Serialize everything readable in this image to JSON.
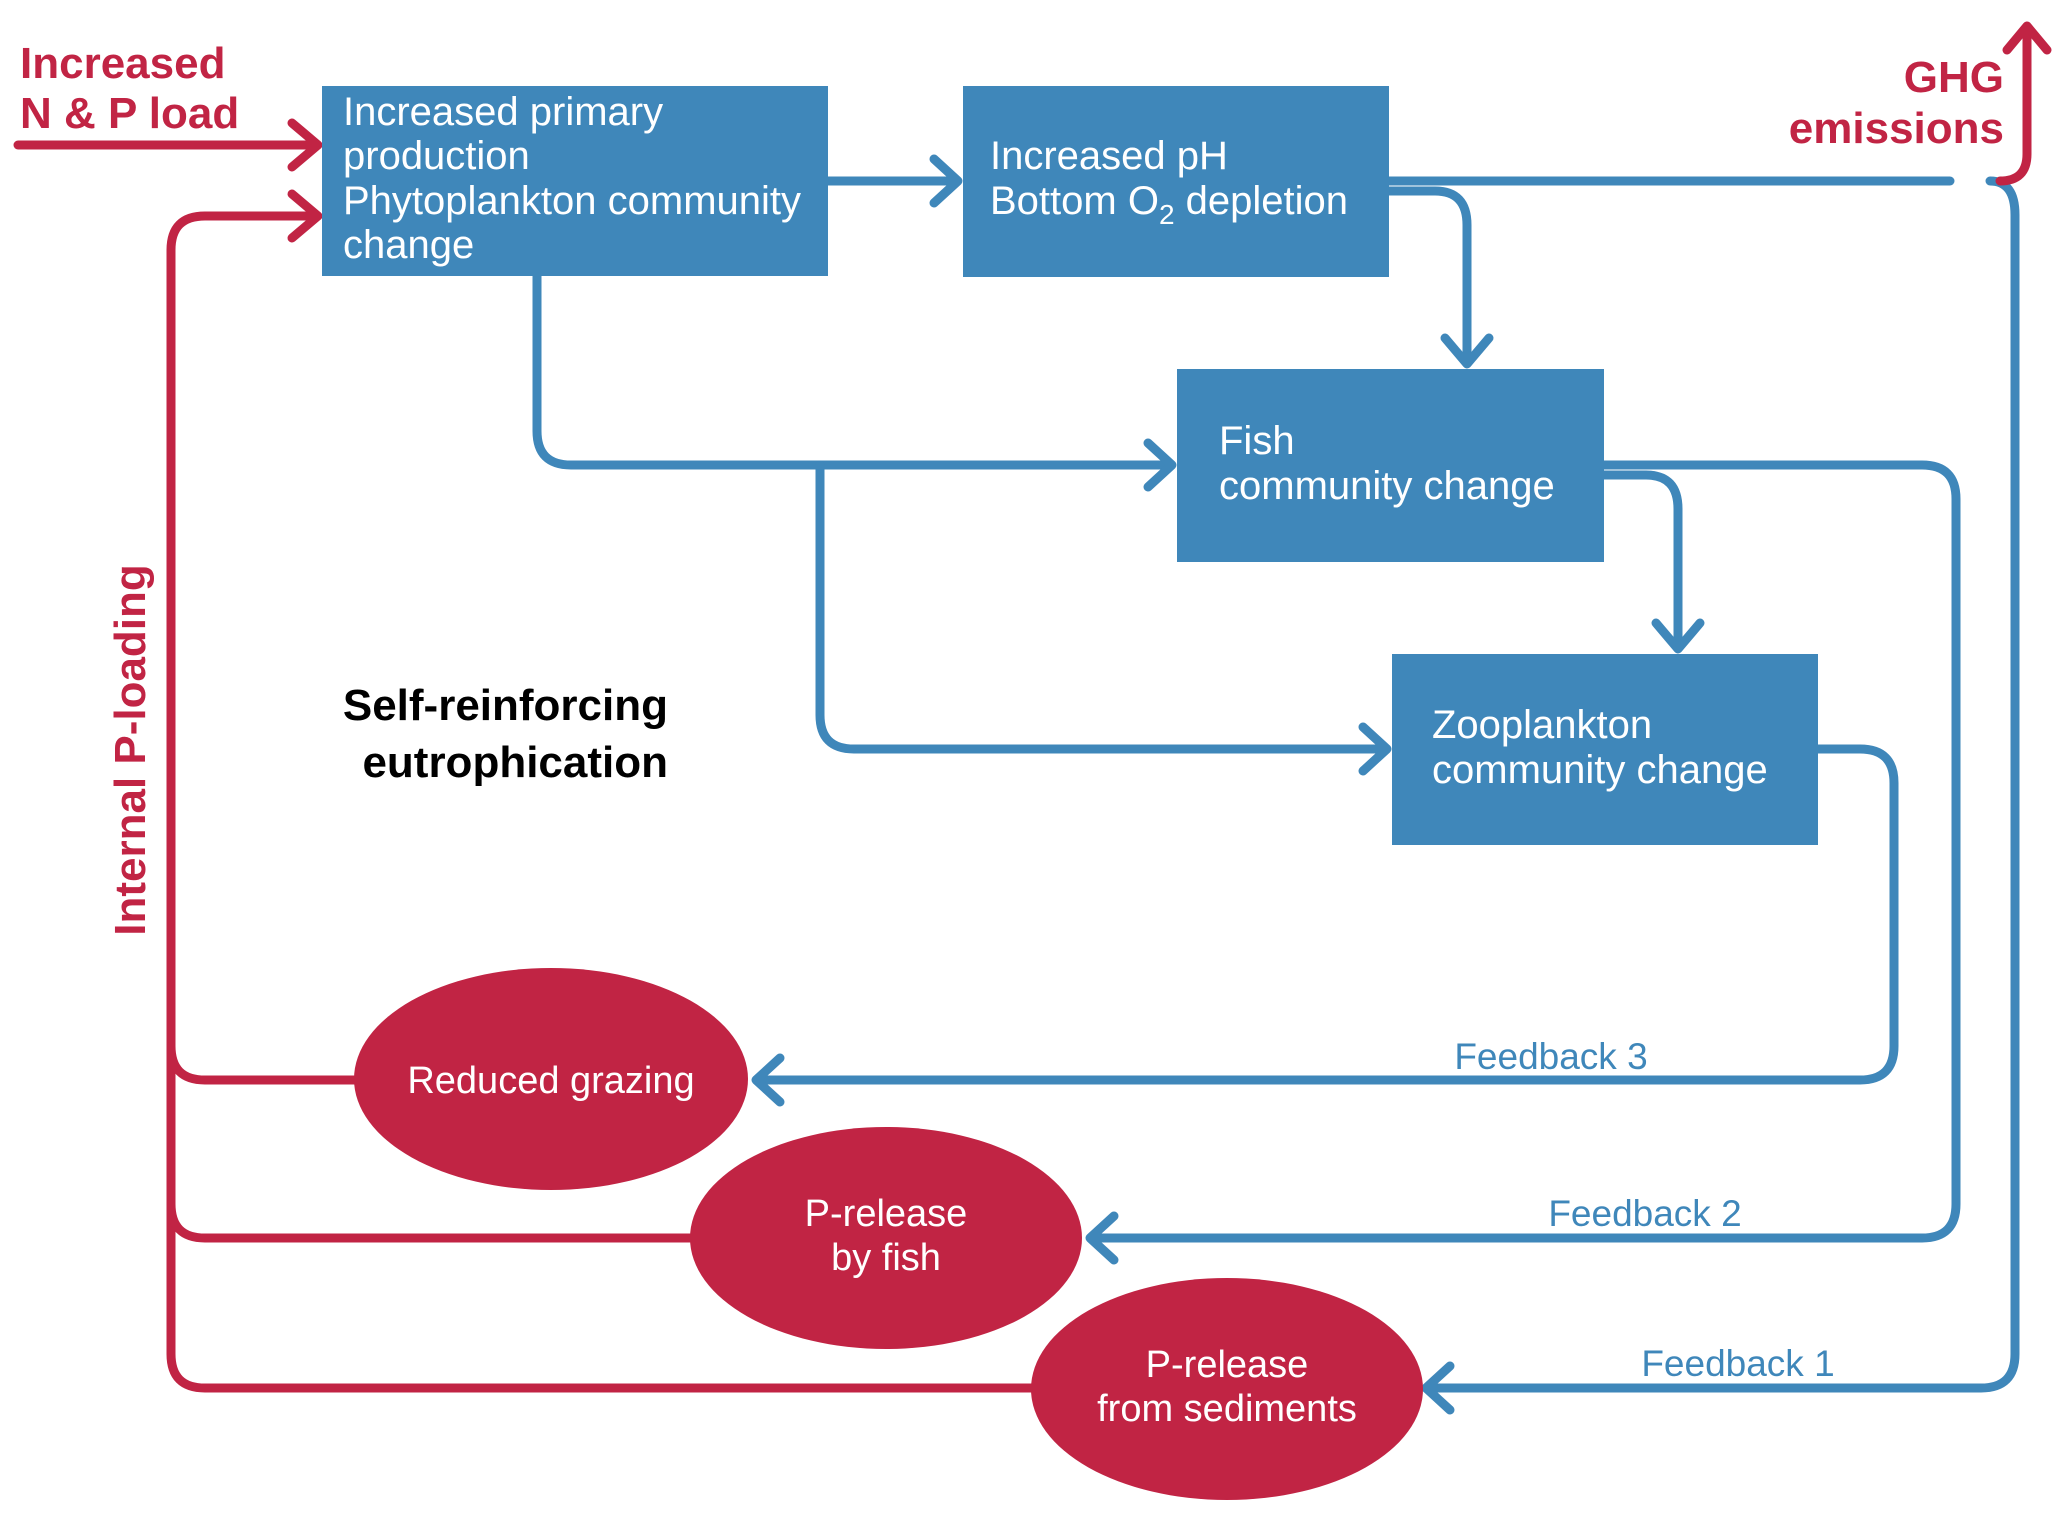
{
  "colors": {
    "blue": "#3f87ba",
    "red": "#c12444",
    "black": "#000000",
    "white": "#ffffff"
  },
  "inputs": {
    "external_load": [
      "Increased",
      "N & P load"
    ],
    "ghg": [
      "GHG",
      "emissions"
    ],
    "internal_loading": "Internal P-loading"
  },
  "center_label": [
    "Self-reinforcing",
    "eutrophication"
  ],
  "boxes": {
    "primary_production": [
      "Increased primary",
      "production",
      "Phytoplankton community",
      "change"
    ],
    "ph_oxygen": {
      "line1": "Increased pH",
      "line2_prefix": "Bottom O",
      "line2_sub": "2",
      "line2_suffix": " depletion"
    },
    "fish": [
      "Fish",
      "community change"
    ],
    "zooplankton": [
      "Zooplankton",
      "community change"
    ]
  },
  "ellipses": {
    "reduced_grazing": [
      "Reduced grazing"
    ],
    "p_release_fish": [
      "P-release",
      "by fish"
    ],
    "p_release_sediments": [
      "P-release",
      "from sediments"
    ]
  },
  "feedbacks": {
    "f3": "Feedback 3",
    "f2": "Feedback 2",
    "f1": "Feedback 1"
  }
}
